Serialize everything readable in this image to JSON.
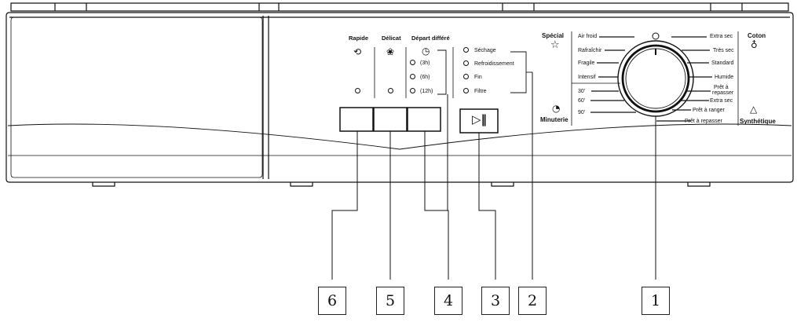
{
  "options": {
    "rapide": "Rapide",
    "delicat": "Délicat",
    "depart_differe": "Départ différé",
    "delays": [
      "(3h)",
      "(6h)",
      "(12h)"
    ]
  },
  "status": [
    "Séchage",
    "Refroidissement",
    "Fin",
    "Filtre"
  ],
  "dial": {
    "special_title": "Spécial",
    "special_items": [
      "Air froid",
      "Rafraîchir",
      "Fragile",
      "Intensif"
    ],
    "minuterie_title": "Minuterie",
    "minuterie_items": [
      "30'",
      "60'",
      "90'"
    ],
    "coton_title": "Coton",
    "coton_items": [
      "Extra sec",
      "Très sec",
      "Standard",
      "Humide"
    ],
    "coton_last_line1": "Prêt à",
    "coton_last_line2": "repasser",
    "synthetique_title": "Synthétique",
    "synthetique_items": [
      "Extra sec",
      "Prêt à ranger",
      "Prêt à repasser"
    ]
  },
  "callouts": [
    "6",
    "5",
    "4",
    "3",
    "2",
    "1"
  ],
  "icons": {
    "rapide": "rapid-dry-icon",
    "delicat": "delicate-flower-icon",
    "depart": "clock-icon",
    "start": "start-pause-icon",
    "special": "star-icon",
    "minuterie": "timer-icon",
    "coton": "cotton-icon",
    "synthetique": "synthetic-triangle-icon"
  }
}
